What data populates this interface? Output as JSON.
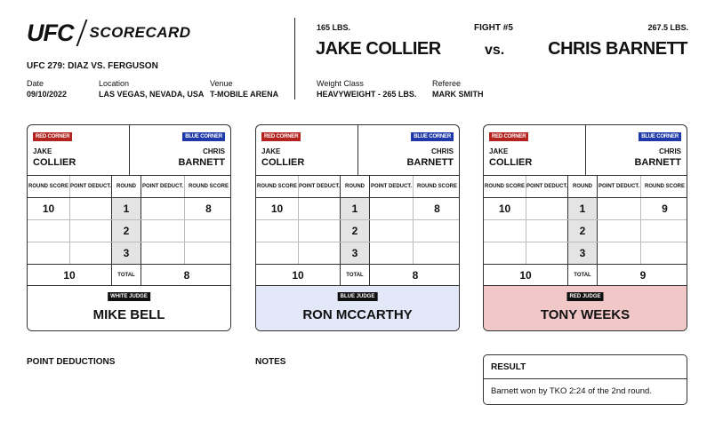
{
  "header": {
    "logo_text": "UFC",
    "scorecard_label": "SCORECARD",
    "event_name": "UFC 279: DIAZ VS. FERGUSON",
    "date_label": "Date",
    "date_value": "09/10/2022",
    "location_label": "Location",
    "location_value": "LAS VEGAS, NEVADA, USA",
    "venue_label": "Venue",
    "venue_value": "T-MOBILE ARENA",
    "weight_class_label": "Weight Class",
    "weight_class_value": "HEAVYWEIGHT - 265 LBS.",
    "referee_label": "Referee",
    "referee_value": "MARK SMITH"
  },
  "fight": {
    "number": "FIGHT #5",
    "vs": "vs.",
    "red_weight": "165 LBS.",
    "red_name": "JAKE COLLIER",
    "blue_weight": "267.5 LBS.",
    "blue_name": "CHRIS BARNETT"
  },
  "card_labels": {
    "red_corner": "RED CORNER",
    "blue_corner": "BLUE CORNER",
    "round_score": "ROUND SCORE",
    "point_deduct": "POINT DEDUCT.",
    "round": "ROUND",
    "total": "TOTAL",
    "red_first": "JAKE",
    "red_last": "COLLIER",
    "blue_first": "CHRIS",
    "blue_last": "BARNETT"
  },
  "scorecards": [
    {
      "rounds": [
        {
          "num": "1",
          "red": "10",
          "blue": "8"
        },
        {
          "num": "2",
          "red": "",
          "blue": ""
        },
        {
          "num": "3",
          "red": "",
          "blue": ""
        }
      ],
      "red_total": "10",
      "blue_total": "8",
      "judge_label": "WHITE JUDGE",
      "judge_name": "MIKE BELL"
    },
    {
      "rounds": [
        {
          "num": "1",
          "red": "10",
          "blue": "8"
        },
        {
          "num": "2",
          "red": "",
          "blue": ""
        },
        {
          "num": "3",
          "red": "",
          "blue": ""
        }
      ],
      "red_total": "10",
      "blue_total": "8",
      "judge_label": "BLUE JUDGE",
      "judge_name": "RON MCCARTHY"
    },
    {
      "rounds": [
        {
          "num": "1",
          "red": "10",
          "blue": "9"
        },
        {
          "num": "2",
          "red": "",
          "blue": ""
        },
        {
          "num": "3",
          "red": "",
          "blue": ""
        }
      ],
      "red_total": "10",
      "blue_total": "9",
      "judge_label": "RED JUDGE",
      "judge_name": "TONY WEEKS"
    }
  ],
  "footer": {
    "point_deductions_title": "POINT DEDUCTIONS",
    "notes_title": "NOTES",
    "result_title": "RESULT",
    "result_text": "Barnett won by TKO 2:24 of the 2nd round."
  },
  "colors": {
    "red_corner": "#b3231f",
    "blue_corner": "#1f3aa8",
    "blue_judge_bg": "#e3e8f8",
    "red_judge_bg": "#f2c7c7"
  }
}
